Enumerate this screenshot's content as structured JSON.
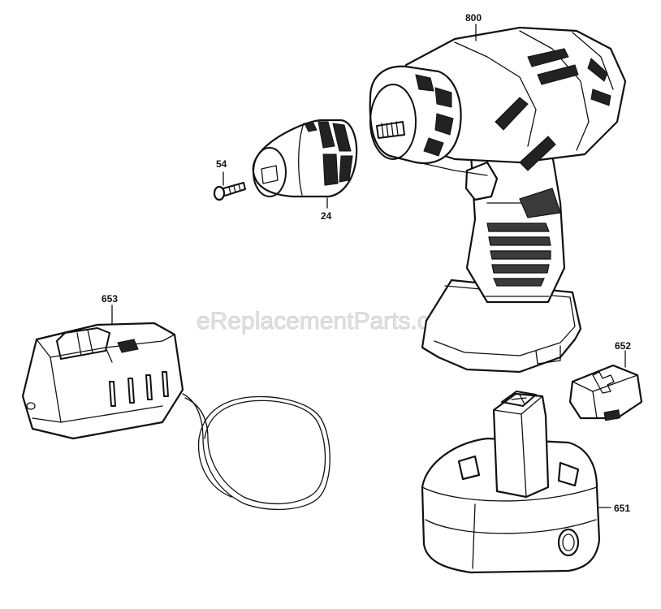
{
  "watermark": "eReplacementParts.com",
  "labels": {
    "drill_body": "800",
    "screw": "54",
    "chuck": "24",
    "charger": "653",
    "battery_cover": "652",
    "battery": "651"
  }
}
